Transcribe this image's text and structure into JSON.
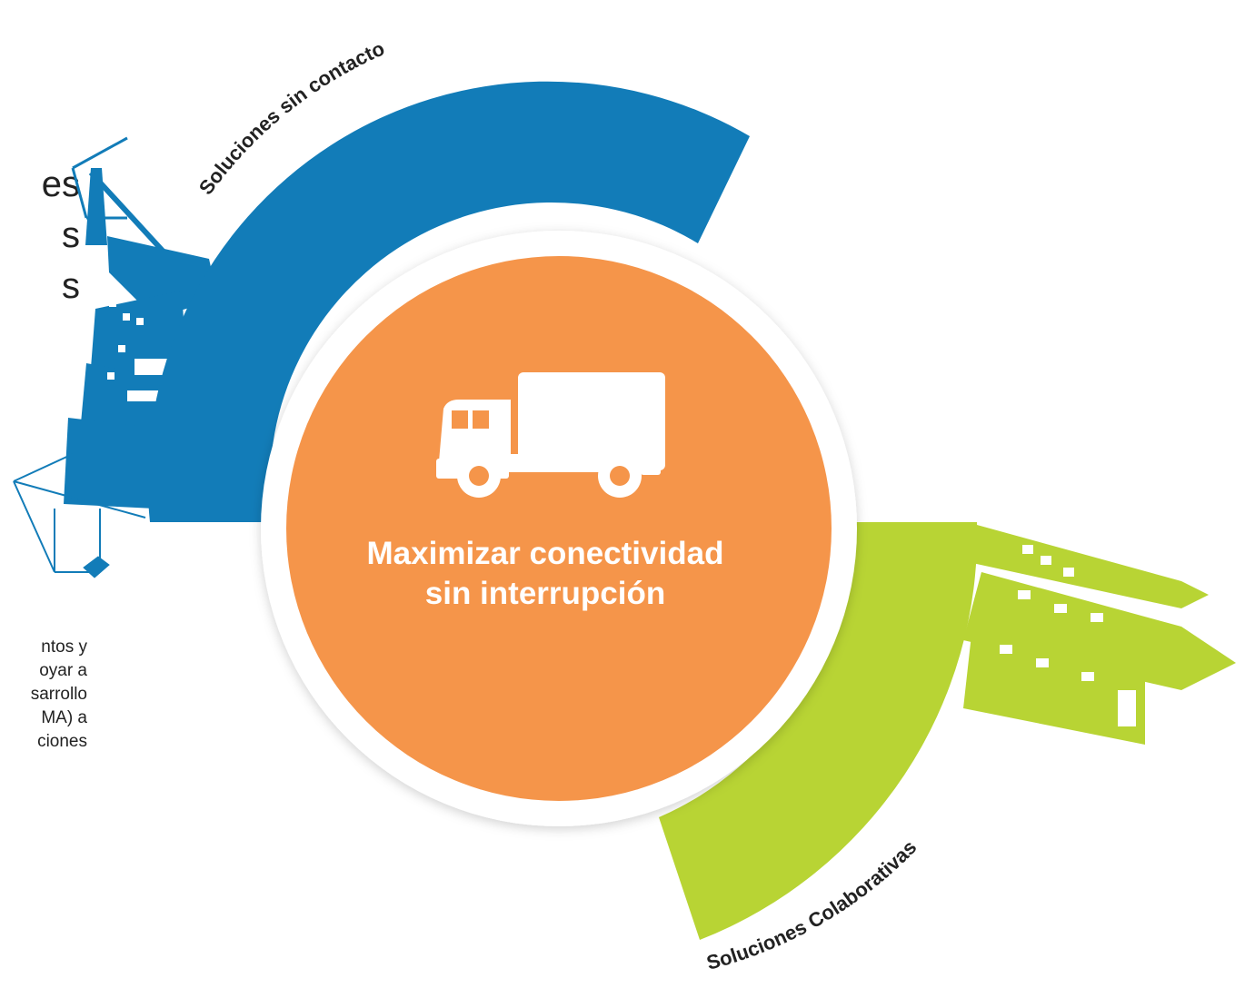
{
  "colors": {
    "blue": "#127cb8",
    "orange": "#f5954a",
    "green": "#b8d434",
    "ring": "#ffffff"
  },
  "left": {
    "headline": [
      "es",
      "s",
      "s"
    ],
    "body": [
      "ntos y",
      "oyar a",
      "sarrollo",
      "MA) a",
      "ciones"
    ]
  },
  "segments": {
    "top": {
      "label": "Soluciones sin contacto"
    },
    "bottom": {
      "label": "Soluciones Colaborativas"
    }
  },
  "center": {
    "icon": "truck-icon",
    "title_line1": "Maximizar conectividad",
    "title_line2": "sin interrupción"
  }
}
